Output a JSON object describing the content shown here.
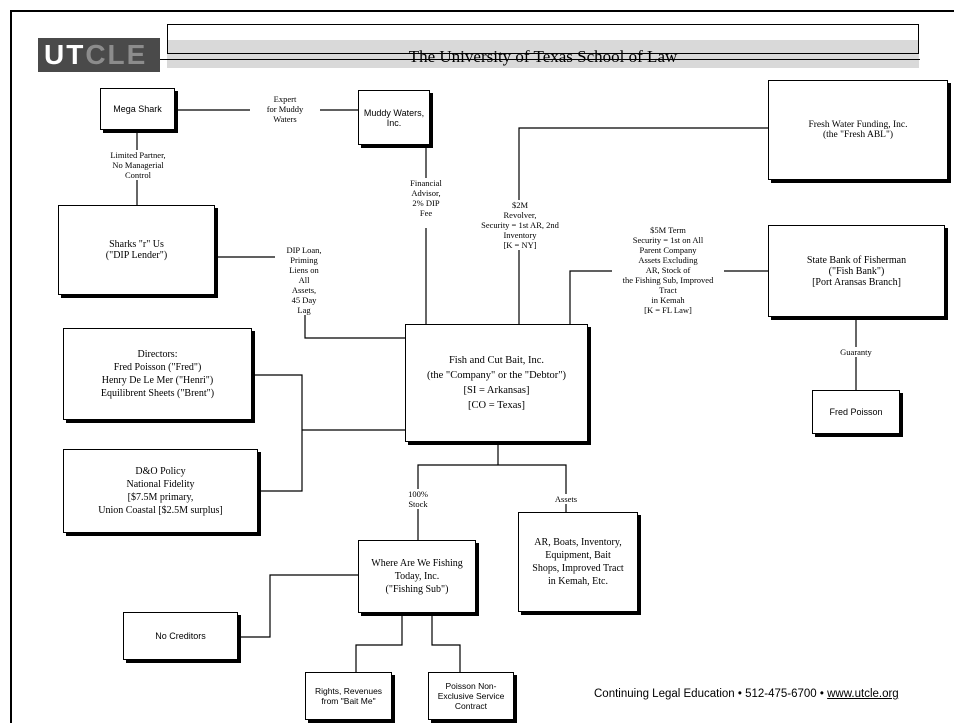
{
  "header": {
    "logo_part1": "UT",
    "logo_part2": "CLE",
    "title": "The University of Texas School of Law"
  },
  "nodes": {
    "mega_shark": "Mega Shark",
    "muddy_waters": "Muddy Waters,\nInc.",
    "fresh_water": "Fresh Water Funding, Inc.\n(the \"Fresh ABL\")",
    "sharks_r_us": "Sharks \"r\" Us\n(\"DIP Lender\")",
    "state_bank": "State Bank of Fisherman\n(\"Fish Bank\")\n[Port Aransas Branch]",
    "directors": "Directors:\nFred Poisson (\"Fred\")\nHenry De Le Mer (\"Henri\")\nEquilibrent Sheets (\"Brent\")",
    "debtor": "Fish and Cut Bait, Inc.\n(the \"Company\" or the \"Debtor\")\n[SI = Arkansas]\n[CO = Texas]",
    "fred_poisson": "Fred Poisson",
    "do_policy": "D&O Policy\nNational Fidelity\n[$7.5M primary,\nUnion Coastal [$2.5M surplus]",
    "fishing_sub": "Where Are We Fishing\nToday, Inc.\n(\"Fishing Sub\")",
    "assets_box": "AR, Boats, Inventory,\nEquipment, Bait\nShops, Improved Tract\nin Kemah, Etc.",
    "no_creditors": "No Creditors",
    "rights_revenues": "Rights, Revenues\nfrom \"Bait Me\"",
    "service_contract": "Poisson Non-\nExclusive Service\nContract"
  },
  "labels": {
    "expert": "Expert\nfor Muddy\nWaters",
    "limited_partner": "Limited Partner,\nNo Managerial\nControl",
    "financial_advisor": "Financial\nAdvisor,\n2% DIP\nFee",
    "revolver": "$2M\nRevolver,\nSecurity = 1st AR, 2nd\nInventory\n[K = NY]",
    "term_loan": "$5M Term\nSecurity = 1st on All\nParent Company\nAssets Excluding\nAR, Stock of\nthe Fishing Sub, Improved\nTract\nin Kemah\n[K = FL Law]",
    "dip_loan": "DIP Loan,\nPriming\nLiens on\nAll\nAssets,\n45 Day\nLag",
    "guaranty": "Guaranty",
    "stock": "100%\nStock",
    "assets": "Assets"
  },
  "footer": {
    "text": "Continuing Legal Education  •  512-475-6700  •  ",
    "link": "www.utcle.org"
  }
}
